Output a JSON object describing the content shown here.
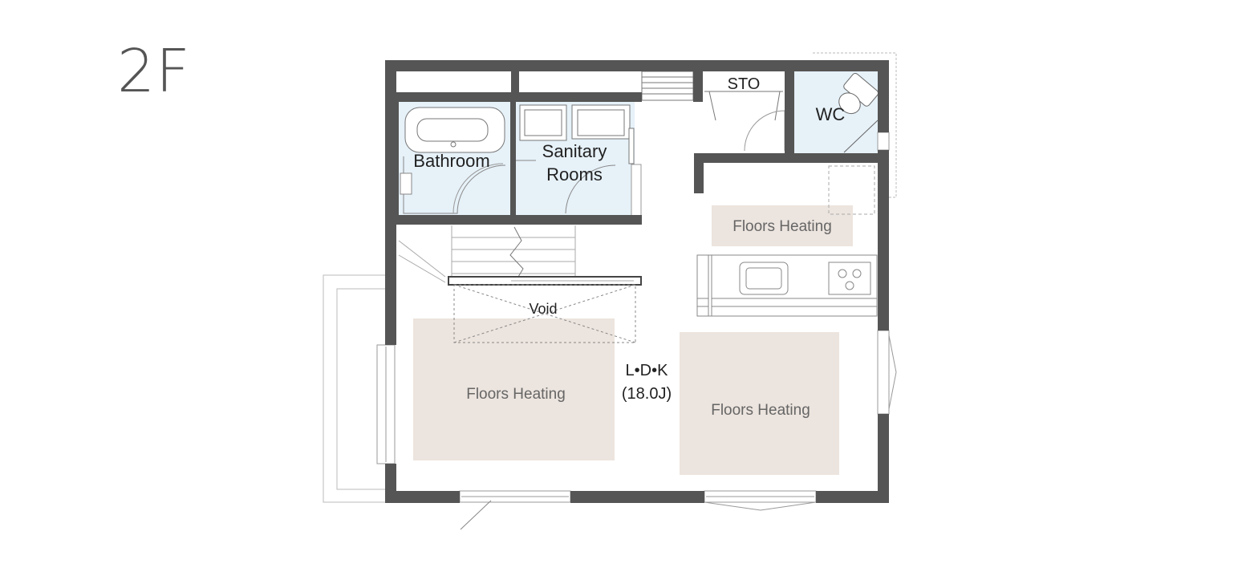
{
  "floor_label": "2F",
  "rooms": {
    "bathroom": "Bathroom",
    "sanitary_line1": "Sanitary",
    "sanitary_line2": "Rooms",
    "storage": "STO",
    "wc": "WC",
    "void": "Void",
    "ldk_name": "L•D•K",
    "ldk_size": "(18.0J)"
  },
  "heating": {
    "kitchen_label": "Floors Heating",
    "dining_label": "Floors Heating",
    "living_label": "Floors Heating"
  },
  "colors": {
    "wall": "#555555",
    "wet_area": "#e6f1f8",
    "heating_area": "#ece4de",
    "line": "#888888"
  }
}
